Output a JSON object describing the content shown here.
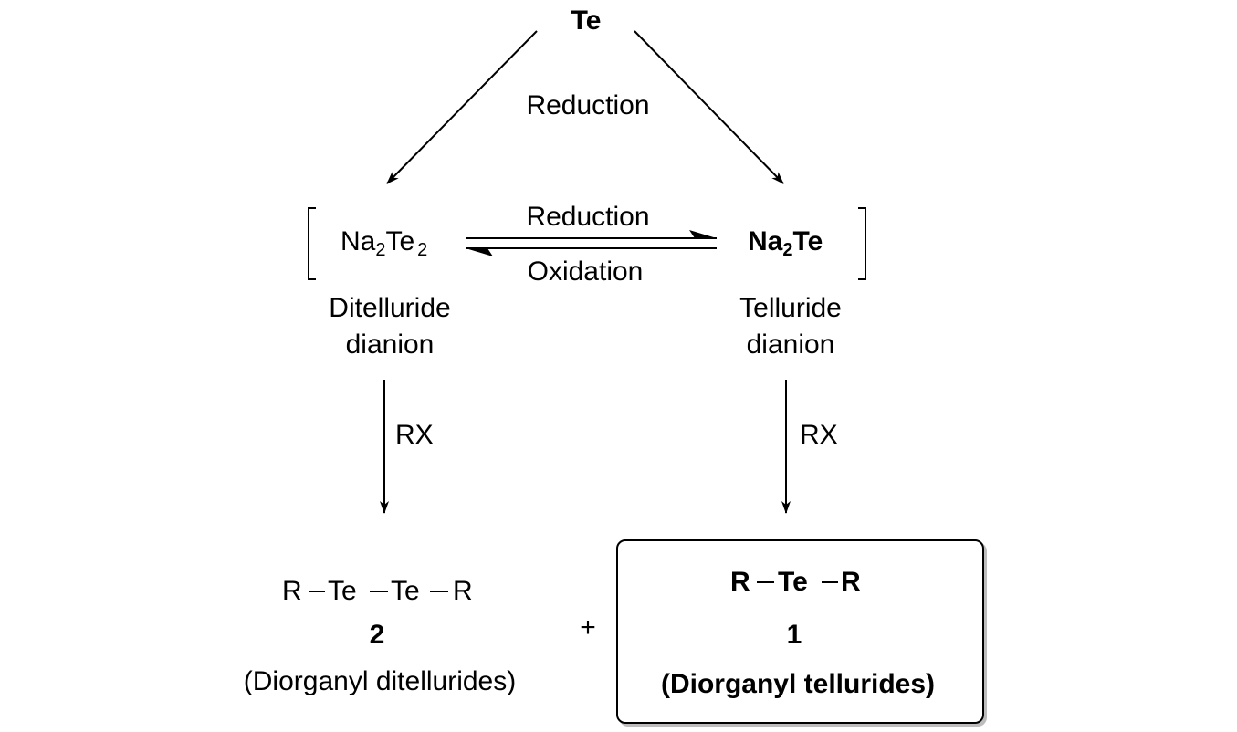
{
  "te_top": "Te",
  "reduction_top": "Reduction",
  "ditelluride": {
    "na": "Na",
    "sub1": "2",
    "te": "Te",
    "sub2": "2"
  },
  "telluride": {
    "na": "Na",
    "sub1": "2",
    "te": "Te"
  },
  "equilibrium": {
    "forward": "Reduction",
    "backward": "Oxidation"
  },
  "ditelluride_name": {
    "line1": "Ditelluride",
    "line2": "dianion"
  },
  "telluride_name": {
    "line1": "Telluride",
    "line2": "dianion"
  },
  "rx_left": "RX",
  "rx_right": "RX",
  "product2": {
    "r1": "R",
    "te1": "Te",
    "te2": "Te",
    "r2": "R",
    "number": "2",
    "name": "(Diorganyl ditellurides)"
  },
  "plus": "+",
  "product1": {
    "r1": "R",
    "te": "Te",
    "r2": "R",
    "number": "1",
    "name": "(Diorganyl tellurides)"
  }
}
